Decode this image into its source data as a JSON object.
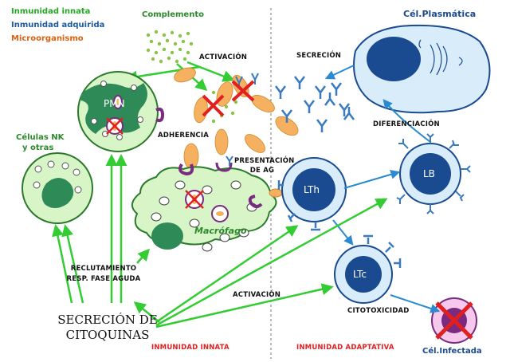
{
  "legend": {
    "innate": "Inmunidad innata",
    "acquired": "Inmunidad adquirida",
    "microorganism": "Microorganismo"
  },
  "labels": {
    "complemento": "Complemento",
    "activacion_top": "ACTIVACIÓN",
    "secrecion": "SECRECIÓN",
    "cel_plasmatica": "Cél.Plasmática",
    "pmn": "PMN",
    "nk_line1": "Células NK",
    "nk_line2": "y otras",
    "adherencia": "ADHERENCIA",
    "presentacion_line1": "PRESENTACIÓN",
    "presentacion_line2": "DE AG",
    "diferenciacion": "DIFERENCIACIÓN",
    "lth": "LTh",
    "lb": "LB",
    "macrofago": "Macrófago",
    "reclutamiento_line1": "RECLUTAMIENTO",
    "reclutamiento_line2": "RESP. FASE AGUDA",
    "activacion_mid": "ACTIVACIÓN",
    "ltc": "LTc",
    "secrecion_citoquinas_line1": "SECRECIÓN DE",
    "secrecion_citoquinas_line2": "CITOQUINAS",
    "citotoxicidad": "CITOTOXICIDAD",
    "inmunidad_innata": "INMUNIDAD INNATA",
    "inmunidad_adaptativa": "INMUNIDAD ADAPTATIVA",
    "cel_infectada": "Cél.Infectada"
  },
  "colors": {
    "innate": "#22aa22",
    "acquired": "#1e5aa0",
    "microorganism": "#e06010",
    "arrow_green": "#33cc33",
    "arrow_blue": "#2a8ad0",
    "cell_green": "#d8f5c8",
    "nucleus_green": "#2e8b57",
    "cell_blue": "#d8ecfa",
    "cell_outline_blue": "#1a4a90",
    "bacteria": "#f5b060",
    "red": "#e02020",
    "purple": "#7a2a80",
    "antibody": "#3a7ac0"
  }
}
